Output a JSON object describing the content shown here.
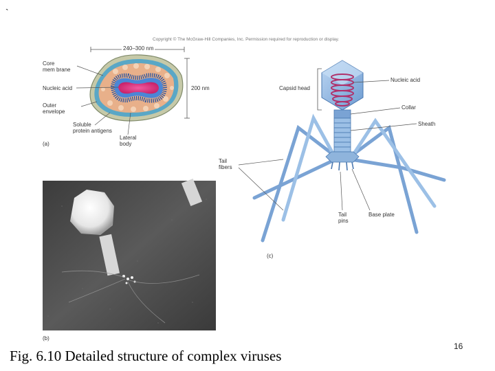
{
  "slide": {
    "corner_mark": "`",
    "copyright": "Copyright © The McGraw-Hill Companies, Inc. Permission required for reproduction or display.",
    "caption": "Fig. 6.10 Detailed structure of complex viruses",
    "page_number": "16"
  },
  "panel_a": {
    "label": "(a)",
    "dimension_width": "240–300 nm",
    "dimension_height": "200 nm",
    "labels": {
      "core_membrane_1": "Core",
      "core_membrane_2": "mem brane",
      "nucleic_acid": "Nucleic acid",
      "outer_envelope_1": "Outer",
      "outer_envelope_2": "envelope",
      "soluble_antigens_1": "Soluble",
      "soluble_antigens_2": "protein antigens",
      "lateral_body_1": "Lateral",
      "lateral_body_2": "body"
    }
  },
  "panel_b": {
    "label": "(b)"
  },
  "panel_c": {
    "label": "(c)",
    "labels": {
      "capsid_head": "Capsid head",
      "nucleic_acid": "Nucleic acid",
      "collar": "Collar",
      "sheath": "Sheath",
      "tail_fibers_1": "Tail",
      "tail_fibers_2": "fibers",
      "tail_pins_1": "Tail",
      "tail_pins_2": "pins",
      "base_plate": "Base plate"
    }
  },
  "colors": {
    "outer_capsule": "#c6c9a8",
    "envelope_blue": "#5aa7c6",
    "lateral_bodies": "#e8b08a",
    "core_membrane": "#4b86d6",
    "nucleic_acid_core": "#e0347a",
    "phage_blue": "#8fb4dc",
    "phage_dark": "#4a78b0",
    "dna_coil": "#b0306a"
  }
}
